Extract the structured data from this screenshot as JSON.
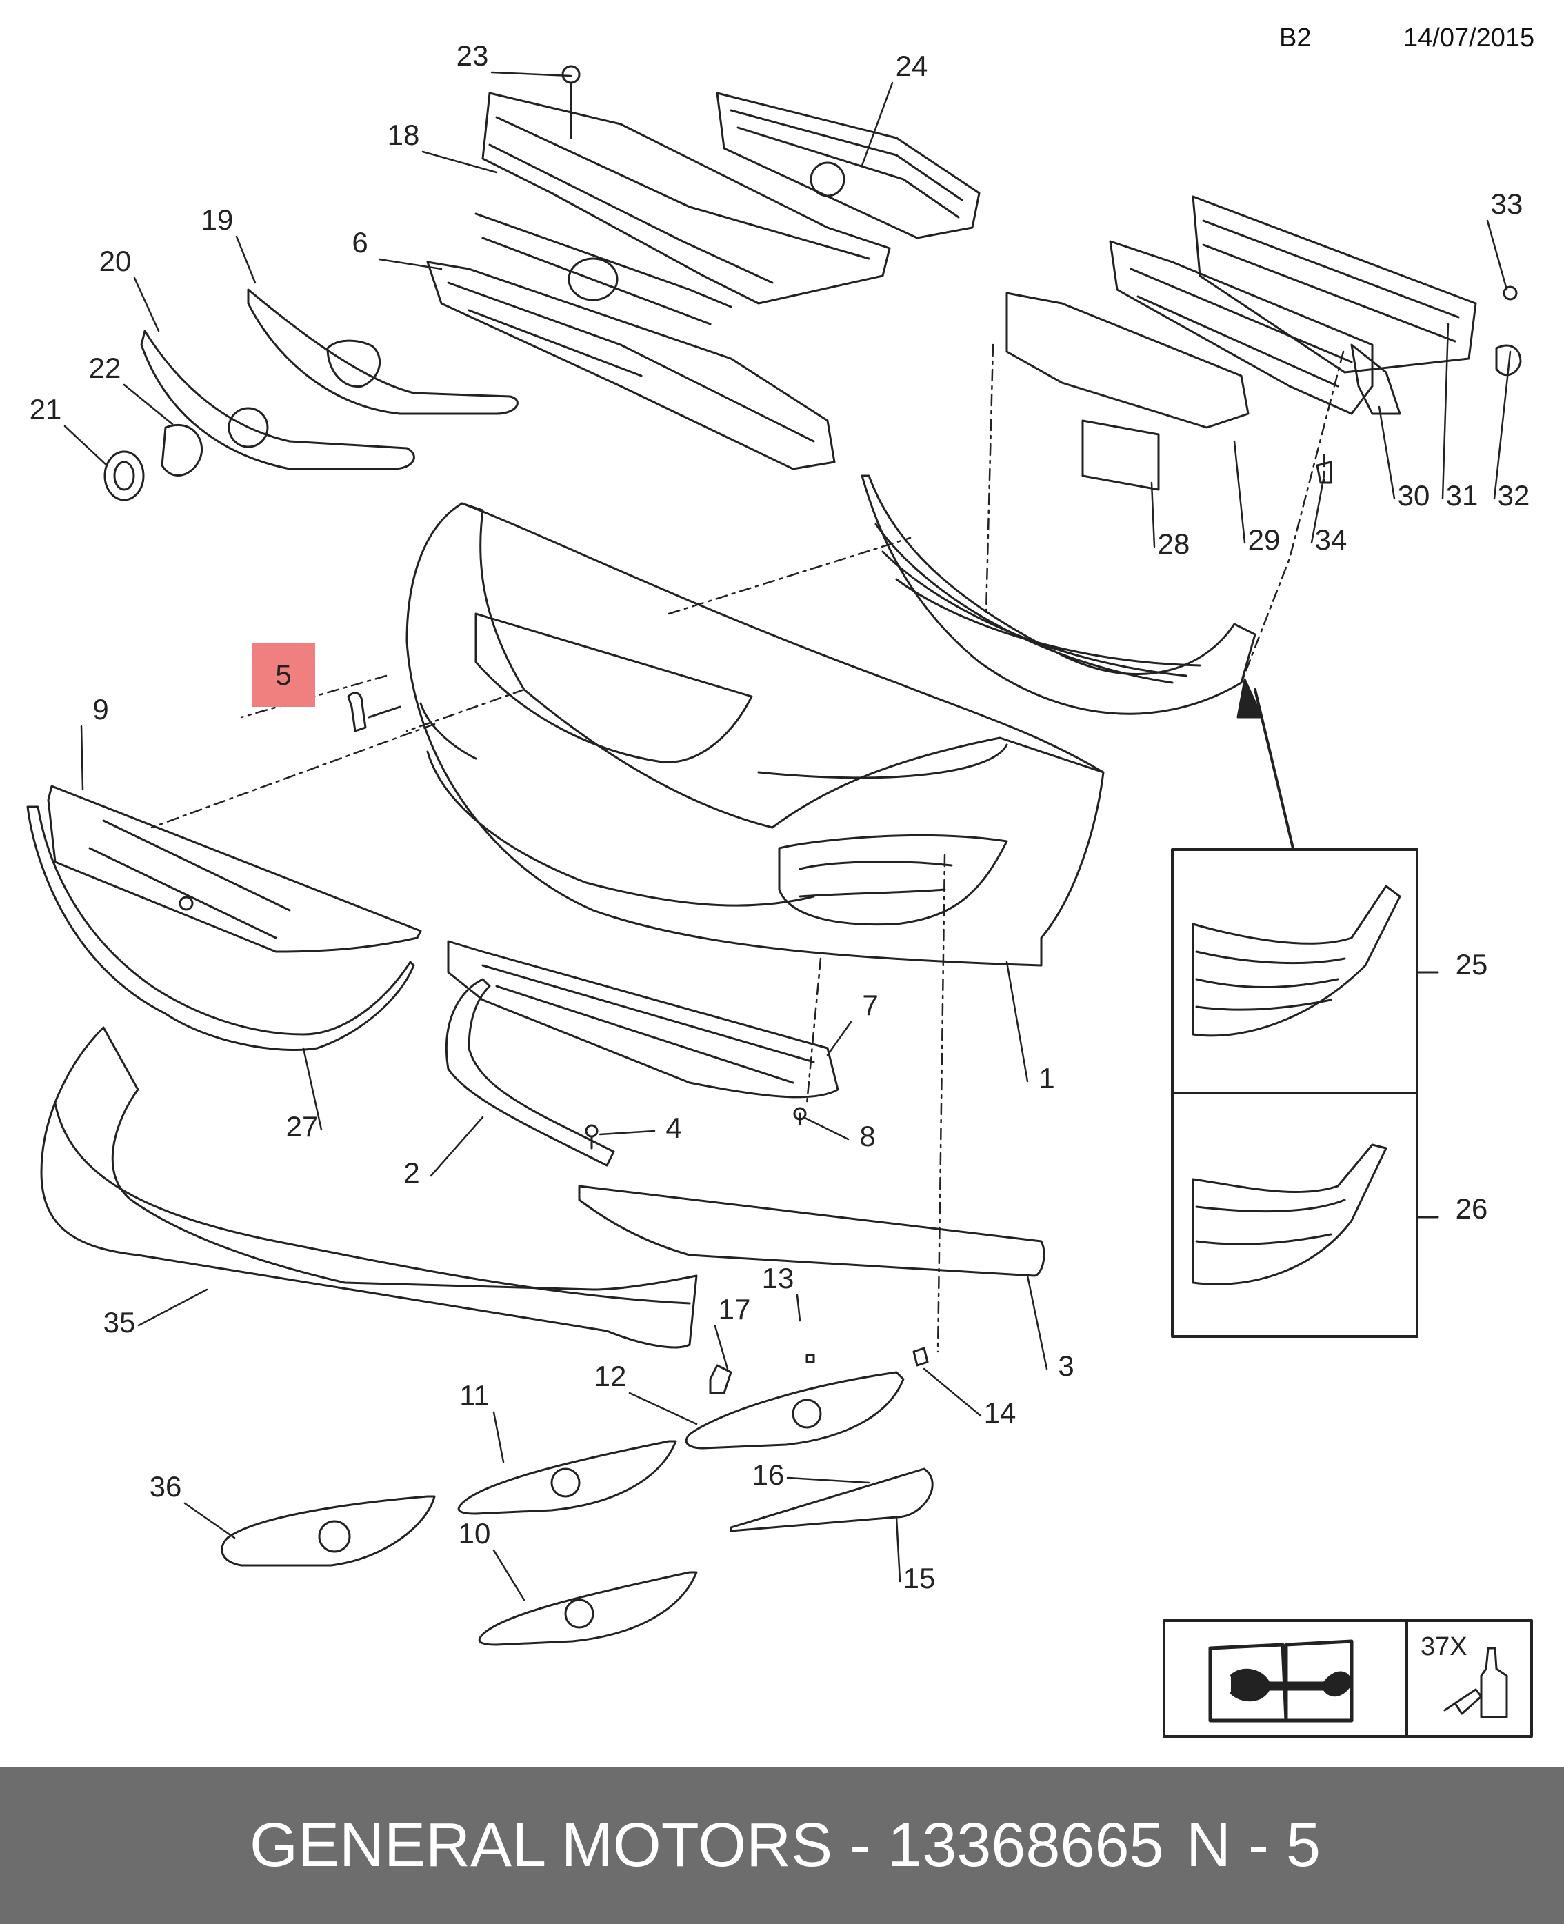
{
  "header": {
    "code": "B2",
    "date": "14/07/2015"
  },
  "highlight": {
    "label": "5",
    "color": "#f08080"
  },
  "callouts": [
    {
      "label": "23"
    },
    {
      "label": "24"
    },
    {
      "label": "18"
    },
    {
      "label": "19"
    },
    {
      "label": "6"
    },
    {
      "label": "20"
    },
    {
      "label": "22"
    },
    {
      "label": "21"
    },
    {
      "label": "33"
    },
    {
      "label": "30"
    },
    {
      "label": "31"
    },
    {
      "label": "32"
    },
    {
      "label": "34"
    },
    {
      "label": "29"
    },
    {
      "label": "28"
    },
    {
      "label": "9"
    },
    {
      "label": "27"
    },
    {
      "label": "1"
    },
    {
      "label": "7"
    },
    {
      "label": "4"
    },
    {
      "label": "8"
    },
    {
      "label": "2"
    },
    {
      "label": "35"
    },
    {
      "label": "3"
    },
    {
      "label": "13"
    },
    {
      "label": "17"
    },
    {
      "label": "12"
    },
    {
      "label": "14"
    },
    {
      "label": "11"
    },
    {
      "label": "16"
    },
    {
      "label": "36"
    },
    {
      "label": "10"
    },
    {
      "label": "15"
    },
    {
      "label": "25"
    },
    {
      "label": "26"
    }
  ],
  "manual_box": {
    "quantity_label": "37X"
  },
  "footer": {
    "part_line": "GENERAL MOTORS - 13368665",
    "position": "N - 5"
  }
}
